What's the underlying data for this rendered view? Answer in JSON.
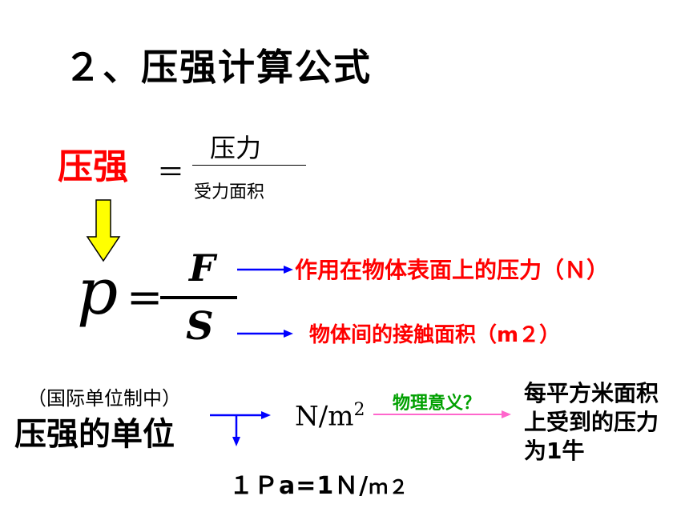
{
  "title": "２、压强计算公式",
  "word_formula": {
    "lhs": "压强",
    "equals": "＝",
    "numerator": "压力",
    "denominator": "受力面积"
  },
  "symbol_formula": {
    "lhs": "p",
    "equals": "=",
    "numerator": "F",
    "denominator": "S",
    "numerator_desc": "作用在物体表面上的压力（Ｎ）",
    "denominator_desc": "物体间的接触面积（m２）"
  },
  "unit": {
    "context": "（国际单位制中）",
    "label": "压强的单位",
    "value_base": "N/m",
    "value_exp": "2",
    "question": "物理意义？",
    "meaning": "每平方米面积上受到的压力为1牛",
    "pascal_prefix": "１Ｐa=1Ｎ/",
    "pascal_suffix": "ｍ２"
  },
  "colors": {
    "red": "#ff0000",
    "blue": "#0000ff",
    "green": "#00a000",
    "pink": "#ff66cc",
    "yellow": "#ffff00"
  }
}
